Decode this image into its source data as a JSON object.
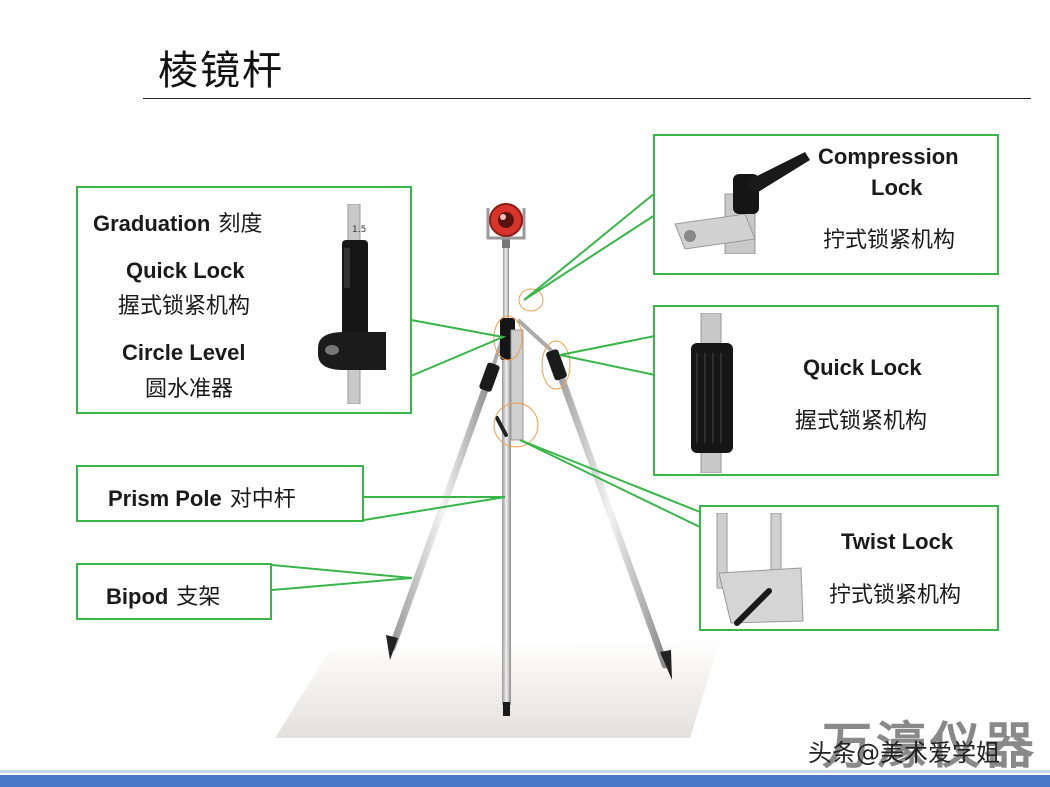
{
  "title": "棱镜杆",
  "callouts": {
    "graduation": {
      "en": "Graduation",
      "zh": "刻度"
    },
    "quick_lock_left": {
      "en": "Quick Lock",
      "zh": "握式锁紧机构"
    },
    "circle_level": {
      "en": "Circle Level",
      "zh": "圆水准器"
    },
    "prism_pole": {
      "en": "Prism Pole",
      "zh": "对中杆"
    },
    "bipod": {
      "en": "Bipod",
      "zh": "支架"
    },
    "compression_lock": {
      "en_line1": "Compression",
      "en_line2": "Lock",
      "zh": "拧式锁紧机构"
    },
    "quick_lock_right": {
      "en": "Quick Lock",
      "zh": "握式锁紧机构"
    },
    "twist_lock": {
      "en": "Twist Lock",
      "zh": "拧式锁紧机构"
    }
  },
  "watermark": {
    "brand": "万濠仪器",
    "source": "头条@美术爱学姐"
  },
  "colors": {
    "callout_border": "#39b54a",
    "bottom_bar": "#4a78c9",
    "prism_red": "#d9342b"
  }
}
